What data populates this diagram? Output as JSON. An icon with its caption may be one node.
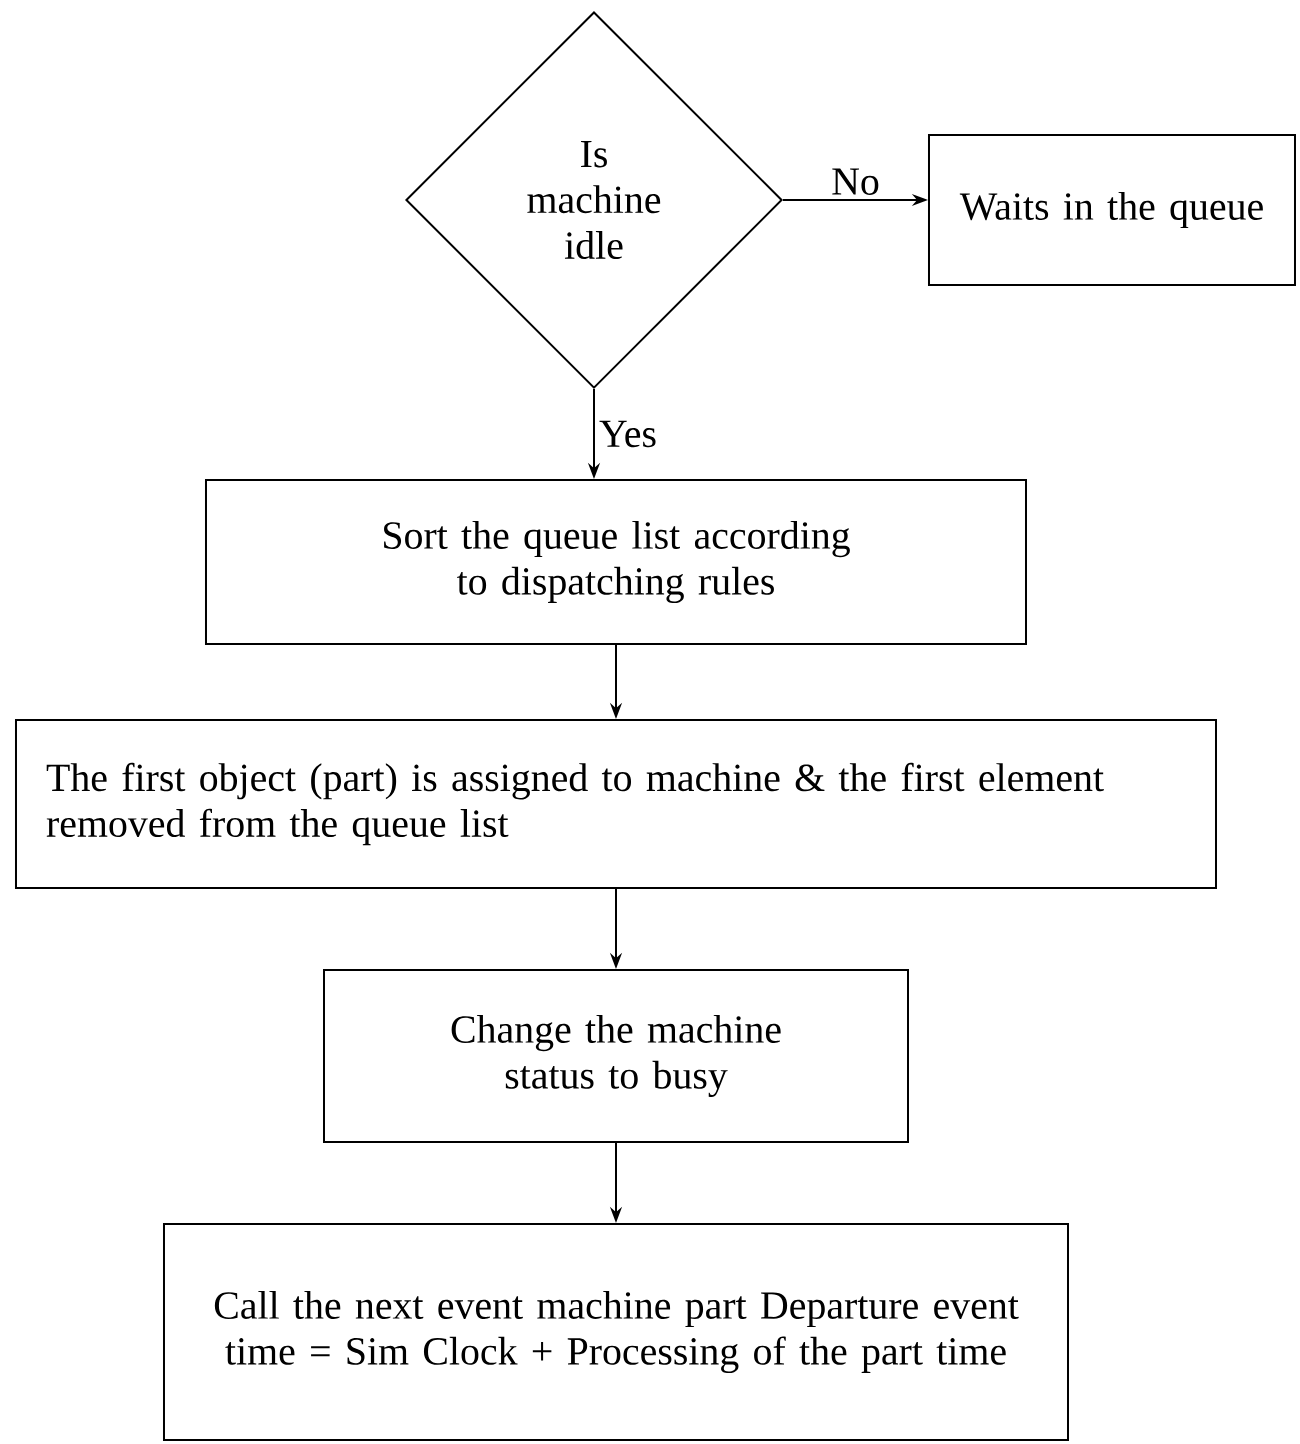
{
  "diagram": {
    "nodes": [
      {
        "text": [
          "Is machine idle"
        ]
      },
      {
        "text": [
          "Waits in the queue"
        ]
      },
      {
        "text": [
          "Sort the queue list according to dispatching rules"
        ]
      },
      {
        "text": [
          "The first object (part) is assigned to machine & the first element removed from the queue list"
        ]
      },
      {
        "text": [
          "Change the machine status to busy"
        ]
      },
      {
        "text": [
          "Call the next event machine part Departure event time = Sim Clock + Processing of the part time"
        ]
      }
    ],
    "edges": [
      {
        "from": 0,
        "to": 1,
        "arrow": "to",
        "label": "No"
      },
      {
        "from": 0,
        "to": 2,
        "arrow": "to",
        "label": "Yes"
      },
      {
        "from": 2,
        "to": 3,
        "arrow": "to"
      },
      {
        "from": 3,
        "to": 4,
        "arrow": "to"
      },
      {
        "from": 4,
        "to": 5,
        "arrow": "to"
      }
    ]
  }
}
